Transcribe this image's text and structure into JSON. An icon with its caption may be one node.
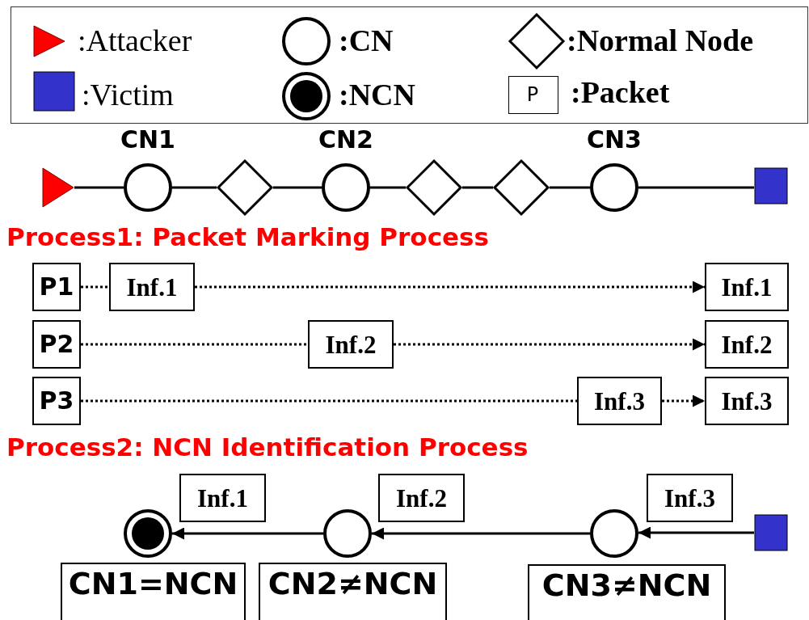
{
  "diagram": {
    "nodes": [
      {
        "text": [],
        "shape": "triangle"
      },
      {
        "text": [
          "CN1"
        ]
      },
      {
        "text": [],
        "shape": "diamond"
      },
      {
        "text": [
          "CN2"
        ]
      },
      {
        "text": [],
        "shape": "diamond"
      },
      {
        "text": [],
        "shape": "diamond"
      },
      {
        "text": [
          "CN3"
        ]
      },
      {
        "text": [],
        "shape": "box"
      },
      {
        "text": [
          "P1"
        ]
      },
      {
        "text": [
          "Inf.1"
        ]
      },
      {
        "text": [
          "Inf.1"
        ]
      },
      {
        "text": [
          "P2"
        ]
      },
      {
        "text": [
          "Inf.2"
        ]
      },
      {
        "text": [
          "Inf.2"
        ]
      },
      {
        "text": [
          "P3"
        ]
      },
      {
        "text": [
          "Inf.3"
        ]
      },
      {
        "text": [
          "Inf.3"
        ]
      },
      {
        "text": [
          "Inf.1"
        ]
      },
      {
        "text": [
          "Inf.2"
        ]
      },
      {
        "text": [
          "Inf.3"
        ]
      },
      {
        "text": [],
        "shape": "circle"
      },
      {
        "text": [],
        "shape": "circle"
      },
      {
        "text": [],
        "shape": "circle"
      },
      {
        "text": [],
        "shape": "box"
      },
      {
        "text": [
          "CN1=NCN"
        ]
      },
      {
        "text": [
          "CN2≠NCN"
        ]
      },
      {
        "text": [
          "CN3≠NCN"
        ]
      }
    ],
    "edges": [
      {
        "from": 0,
        "to": 1,
        "arrow": "none"
      },
      {
        "from": 1,
        "to": 2,
        "arrow": "none"
      },
      {
        "from": 2,
        "to": 3,
        "arrow": "none"
      },
      {
        "from": 3,
        "to": 4,
        "arrow": "none"
      },
      {
        "from": 4,
        "to": 5,
        "arrow": "none"
      },
      {
        "from": 5,
        "to": 6,
        "arrow": "none"
      },
      {
        "from": 6,
        "to": 7,
        "arrow": "none"
      },
      {
        "from": 8,
        "to": 9,
        "arrow": "none",
        "style": "dashed"
      },
      {
        "from": 9,
        "to": 10,
        "arrow": "to",
        "style": "dashed"
      },
      {
        "from": 11,
        "to": 12,
        "arrow": "none",
        "style": "dashed"
      },
      {
        "from": 12,
        "to": 13,
        "arrow": "to",
        "style": "dashed"
      },
      {
        "from": 14,
        "to": 15,
        "arrow": "none",
        "style": "dashed"
      },
      {
        "from": 15,
        "to": 16,
        "arrow": "to",
        "style": "dashed"
      },
      {
        "from": 23,
        "to": 22,
        "arrow": "to"
      },
      {
        "from": 22,
        "to": 21,
        "arrow": "to"
      },
      {
        "from": 21,
        "to": 20,
        "arrow": "to"
      }
    ],
    "labels": [
      "P",
      "Process1: Packet Marking Process",
      "Process2: NCN Identification Process"
    ],
    "legend": [
      {
        "text": ":Attacker"
      },
      {
        "text": ":CN"
      },
      {
        "text": ":Normal Node"
      },
      {
        "text": ":Victim"
      },
      {
        "text": ":NCN"
      },
      {
        "text": ":Packet"
      }
    ]
  }
}
